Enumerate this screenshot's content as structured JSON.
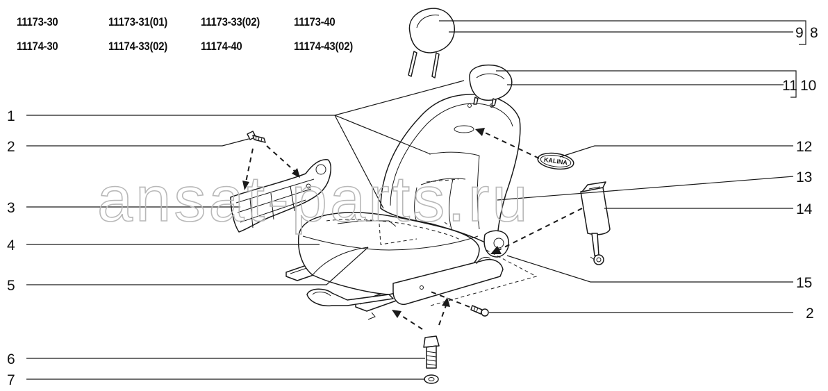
{
  "model_codes": {
    "row1": [
      "11173-30",
      "11173-31(01)",
      "11173-33(02)",
      "11173-40"
    ],
    "row2": [
      "11174-30",
      "11174-33(02)",
      "11174-40",
      "11174-43(02)"
    ]
  },
  "watermark": "ansat-parts.ru",
  "logo_text": "KALINA",
  "callouts_left": [
    "1",
    "2",
    "3",
    "4",
    "5",
    "6",
    "7"
  ],
  "callouts_right": [
    "9",
    "8",
    "11",
    "10",
    "12",
    "13",
    "14",
    "15",
    "2"
  ]
}
